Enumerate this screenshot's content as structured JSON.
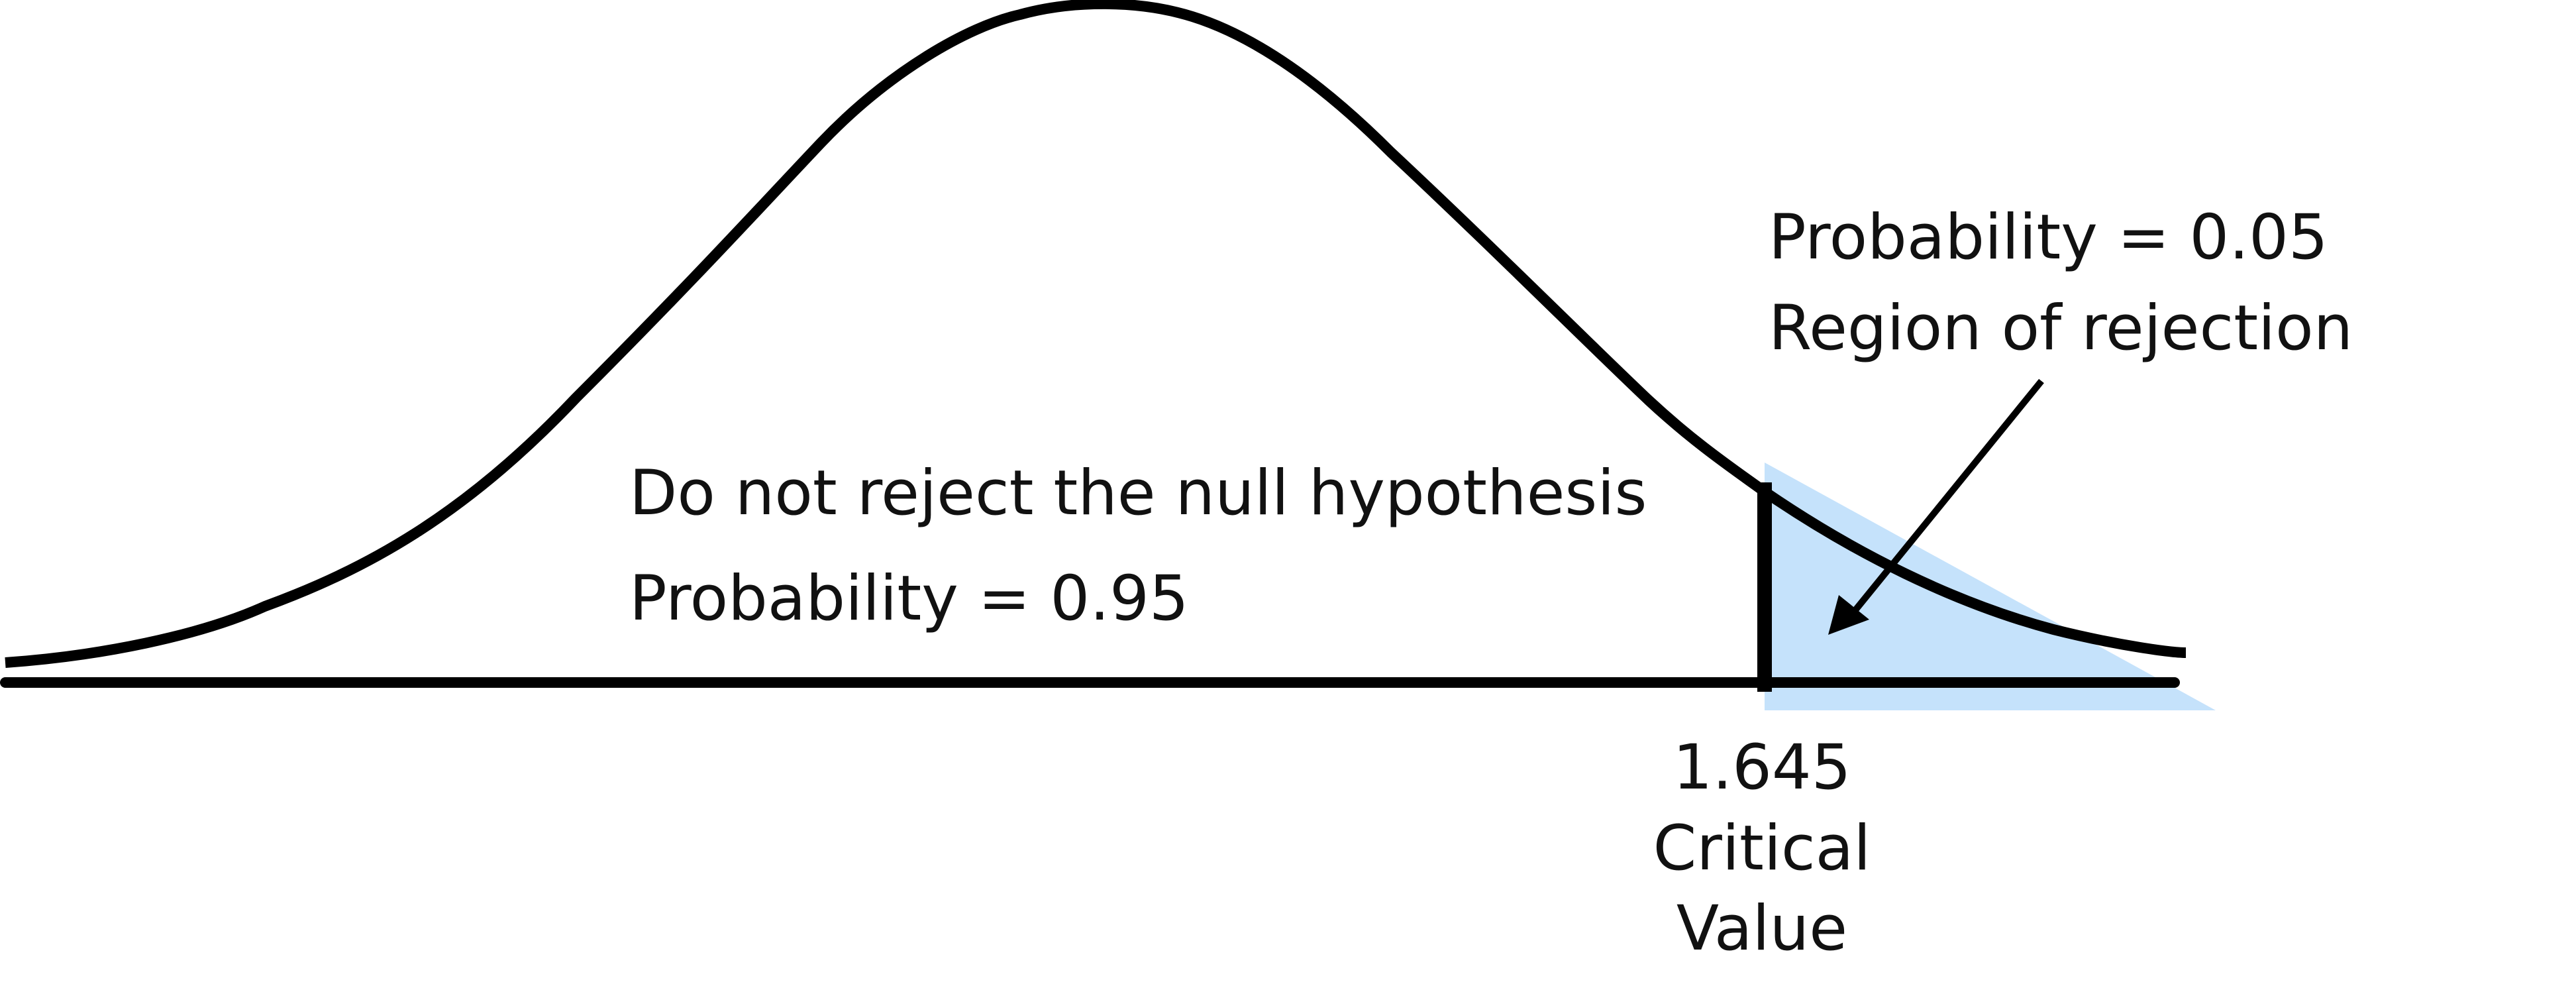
{
  "colors": {
    "rejection_fill": "#c5e2fb",
    "line": "#000000",
    "text": "#111111"
  },
  "labels": {
    "acceptance_region": "Do not reject the null hypothesis",
    "acceptance_probability": "Probability = 0.95",
    "rejection_probability": "Probability = 0.05",
    "rejection_region": "Region of rejection",
    "critical_value_number": "1.645",
    "critical_value_word1": "Critical",
    "critical_value_word2": "Value"
  }
}
